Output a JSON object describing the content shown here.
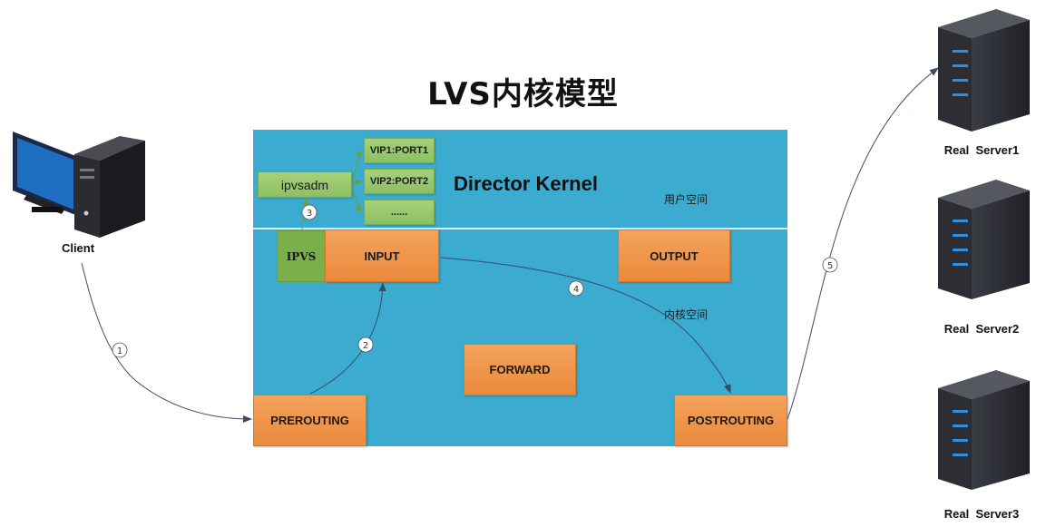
{
  "title": "LVS内核模型",
  "kernel_label": "Director Kernel",
  "user_space_label": "用户空间",
  "kernel_space_label": "内核空间",
  "client_label": "Client",
  "boxes": {
    "ipvsadm": "ipvsadm",
    "vip1": "VIP1:PORT1",
    "vip2": "VIP2:PORT2",
    "more": "......",
    "ipvs": "IPVS",
    "input": "INPUT",
    "output": "OUTPUT",
    "forward": "FORWARD",
    "prerouting": "PREROUTING",
    "postrouting": "POSTROUTING"
  },
  "steps": [
    "1",
    "2",
    "3",
    "4",
    "5"
  ],
  "servers": [
    "Real  Server1",
    "Real  Server2",
    "Real  Server3"
  ],
  "colors": {
    "panel": "#3baccf",
    "chain_box": "#ea8a3c",
    "user_box": "#8cc063",
    "arrow": "#3a4a6a"
  }
}
